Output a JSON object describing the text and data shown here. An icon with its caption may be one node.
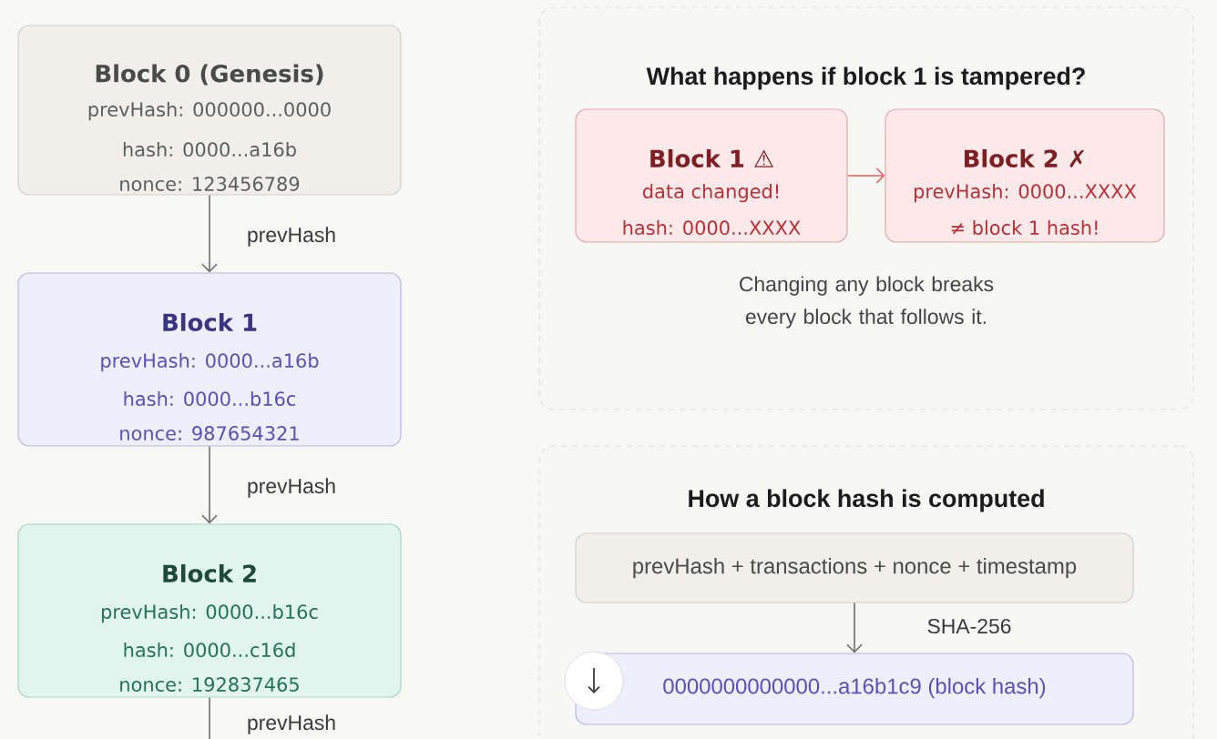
{
  "diagram": {
    "nodes": [
      {
        "text": [
          "Block 0 (Genesis)",
          "prevHash: 000000...0000",
          "hash: 0000...a16b",
          "nonce: 123456789"
        ]
      },
      {
        "text": [
          "Block 1",
          "prevHash: 0000...a16b",
          "hash: 0000...b16c",
          "nonce: 987654321"
        ]
      },
      {
        "text": [
          "Block 2",
          "prevHash: 0000...b16c",
          "hash: 0000...c16d",
          "nonce: 192837465"
        ]
      },
      {
        "text": [
          "What happens if block 1 is tampered?",
          "Changing any block breaks every block that follows it."
        ]
      },
      {
        "text": [
          "Block 1 ⚠",
          "data changed!",
          "hash: 0000...XXXX"
        ],
        "in": 3
      },
      {
        "text": [
          "Block 2 ✗",
          "prevHash: 0000...XXXX",
          "≠ block 1 hash!"
        ],
        "in": 3
      },
      {
        "text": [
          "How a block hash is computed"
        ]
      },
      {
        "text": [
          "prevHash + transactions + nonce + timestamp"
        ],
        "in": 6
      },
      {
        "text": [
          "0000000000000...a16b1c9 (block hash)"
        ],
        "in": 6
      }
    ],
    "edges": [
      {
        "from": 0,
        "to": 1,
        "arrow": "to",
        "label": "prevHash"
      },
      {
        "from": 1,
        "to": 2,
        "arrow": "to",
        "label": "prevHash"
      },
      {
        "from": 2,
        "to": null,
        "arrow": "none",
        "label": "prevHash"
      },
      {
        "from": 4,
        "to": 5,
        "arrow": "to",
        "color": "#e06060"
      },
      {
        "from": 7,
        "to": 8,
        "arrow": "to",
        "label": "SHA-256"
      }
    ]
  }
}
